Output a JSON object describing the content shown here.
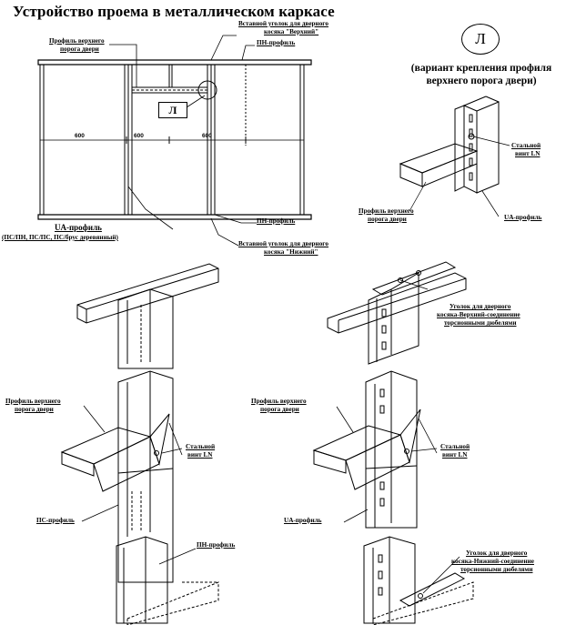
{
  "title": "Устройство проема в металлическом каркасе",
  "callout_letter": "Л",
  "dimensions": [
    "600",
    "600",
    "600"
  ],
  "frame_labels": {
    "top_threshold_profile": [
      "Профиль верхнего",
      "порога двери"
    ],
    "inserted_corner_top": [
      "Вставной уголок для дверного",
      "косяка \"Верхний\""
    ],
    "pn_profile_top": "ПН-профиль",
    "ua_profile": "UA-профиль",
    "ua_profile_note": "(ПС/ПН, ПС/ПС, ПС/брус деревянный)",
    "pn_profile_bottom": "ПН-профиль",
    "inserted_corner_bottom": [
      "Вставной уголок для дверного",
      "косяка \"Нижний\""
    ]
  },
  "variant_detail": {
    "caption": [
      "(вариант крепления профиля",
      "верхнего порога двери)"
    ],
    "steel_screw": [
      "Стальной",
      "винт LN"
    ],
    "top_threshold_profile": [
      "Профиль верхнего",
      "порога двери"
    ],
    "ua_profile": "UA-профиль"
  },
  "left_column": {
    "top_threshold_profile": [
      "Профиль верхнего",
      "порога двери"
    ],
    "steel_screw": [
      "Стальной",
      "винт LN"
    ],
    "ps_profile": "ПС-профиль",
    "pn_profile": "ПН-профиль"
  },
  "right_column": {
    "corner_top": [
      "Уголок для дверного",
      "косяка-Верхний-соединение",
      "торсионными дюбелями"
    ],
    "top_threshold_profile": [
      "Профиль верхнего",
      "порога двери"
    ],
    "steel_screw": [
      "Стальной",
      "винт LN"
    ],
    "ua_profile": "UA-профиль",
    "corner_bottom": [
      "Уголок для дверного",
      "косяка-Нижний-соединение",
      "торсионными дюбелями"
    ]
  }
}
